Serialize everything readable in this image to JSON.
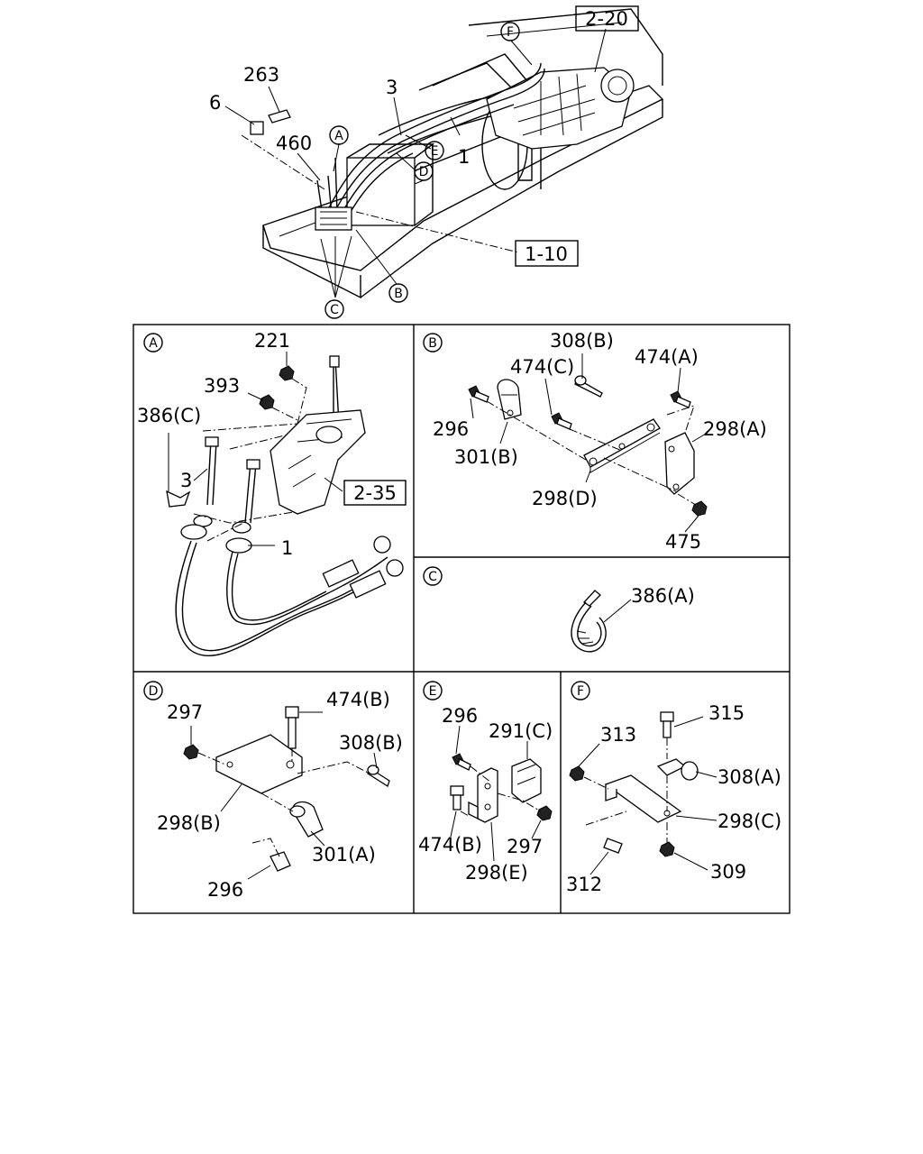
{
  "overview": {
    "callouts": {
      "c263": "263",
      "c6": "6",
      "c460": "460",
      "c3": "3",
      "c1": "1",
      "cA": "A",
      "cB": "B",
      "cC": "C",
      "cD": "D",
      "cE": "E",
      "cF": "F"
    },
    "refs": {
      "r220": "2-20",
      "r110": "1-10"
    }
  },
  "panelA": {
    "tag": "A",
    "l221": "221",
    "l393": "393",
    "l386c": "386(C)",
    "l3": "3",
    "l1": "1",
    "r235": "2-35"
  },
  "panelB": {
    "tag": "B",
    "l308b": "308(B)",
    "l474c": "474(C)",
    "l474a": "474(A)",
    "l296": "296",
    "l298a": "298(A)",
    "l301b": "301(B)",
    "l298d": "298(D)",
    "l475": "475"
  },
  "panelC": {
    "tag": "C",
    "l386a": "386(A)"
  },
  "panelD": {
    "tag": "D",
    "l297": "297",
    "l474b": "474(B)",
    "l308b": "308(B)",
    "l298b": "298(B)",
    "l301a": "301(A)",
    "l296": "296"
  },
  "panelE": {
    "tag": "E",
    "l296": "296",
    "l291c": "291(C)",
    "l474b": "474(B)",
    "l297": "297",
    "l298e": "298(E)"
  },
  "panelF": {
    "tag": "F",
    "l315": "315",
    "l313": "313",
    "l308a": "308(A)",
    "l298c": "298(C)",
    "l312": "312",
    "l309": "309"
  }
}
